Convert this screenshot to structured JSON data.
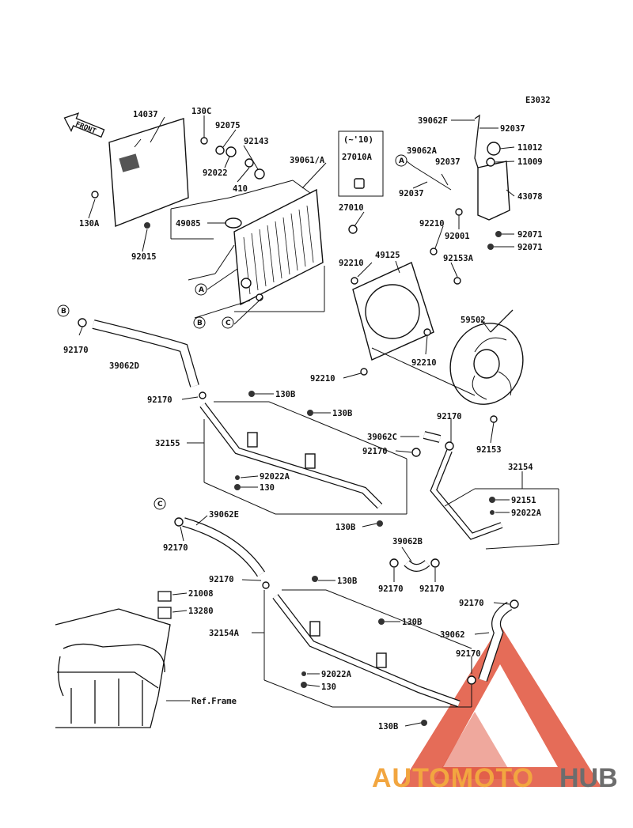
{
  "diagram_code": "E3032",
  "front_label": "FRONT",
  "year_note": "(~'10)",
  "watermark": {
    "text_part1": "AUTOMOTO",
    "text_part2": "HUB",
    "color_orange": "#f2a640",
    "color_grey": "#6d6d6d",
    "color_red": "#e0523b"
  },
  "callouts": {
    "a": "A",
    "b": "B",
    "c": "C"
  },
  "labels": {
    "l14037": "14037",
    "l130A": "130A",
    "l92015": "92015",
    "l130C": "130C",
    "l92075": "92075",
    "l92022_top": "92022",
    "l410": "410",
    "l92143": "92143",
    "l39061A": "39061/A",
    "l27010A": "27010A",
    "l27010": "27010",
    "l49085": "49085",
    "l39062F": "39062F",
    "l92037_a": "92037",
    "l39062A": "39062A",
    "l92037_b": "92037",
    "l92037_c": "92037",
    "l11012": "11012",
    "l11009": "11009",
    "l43078": "43078",
    "l92210_a": "92210",
    "l92001": "92001",
    "l92071_a": "92071",
    "l92071_b": "92071",
    "l92210_b": "92210",
    "l49125": "49125",
    "l92153A": "92153A",
    "l59502": "59502",
    "l92210_c": "92210",
    "l92210_d": "92210",
    "l92170_b": "92170",
    "l39062D": "39062D",
    "l92170_m": "92170",
    "l130B_a": "130B",
    "l130B_b": "130B",
    "l32155": "32155",
    "l92170_r": "92170",
    "l39062C": "39062C",
    "l92170_s": "92170",
    "l92153": "92153",
    "l92022A_a": "92022A",
    "l130_a": "130",
    "l32154": "32154",
    "l92151": "92151",
    "l92022A_b": "92022A",
    "l130B_c": "130B",
    "l39062E": "39062E",
    "l92170_c": "92170",
    "l39062B": "39062B",
    "l92170_t": "92170",
    "l92170_u": "92170",
    "l92170_v": "92170",
    "l130B_d": "130B",
    "l21008": "21008",
    "l13280": "13280",
    "l130B_e": "130B",
    "l32154A": "32154A",
    "l92170_w": "92170",
    "l39062": "39062",
    "l92170_x": "92170",
    "l92022A_c": "92022A",
    "l130_b": "130",
    "l130B_f": "130B",
    "lRefFrame": "Ref.Frame"
  }
}
